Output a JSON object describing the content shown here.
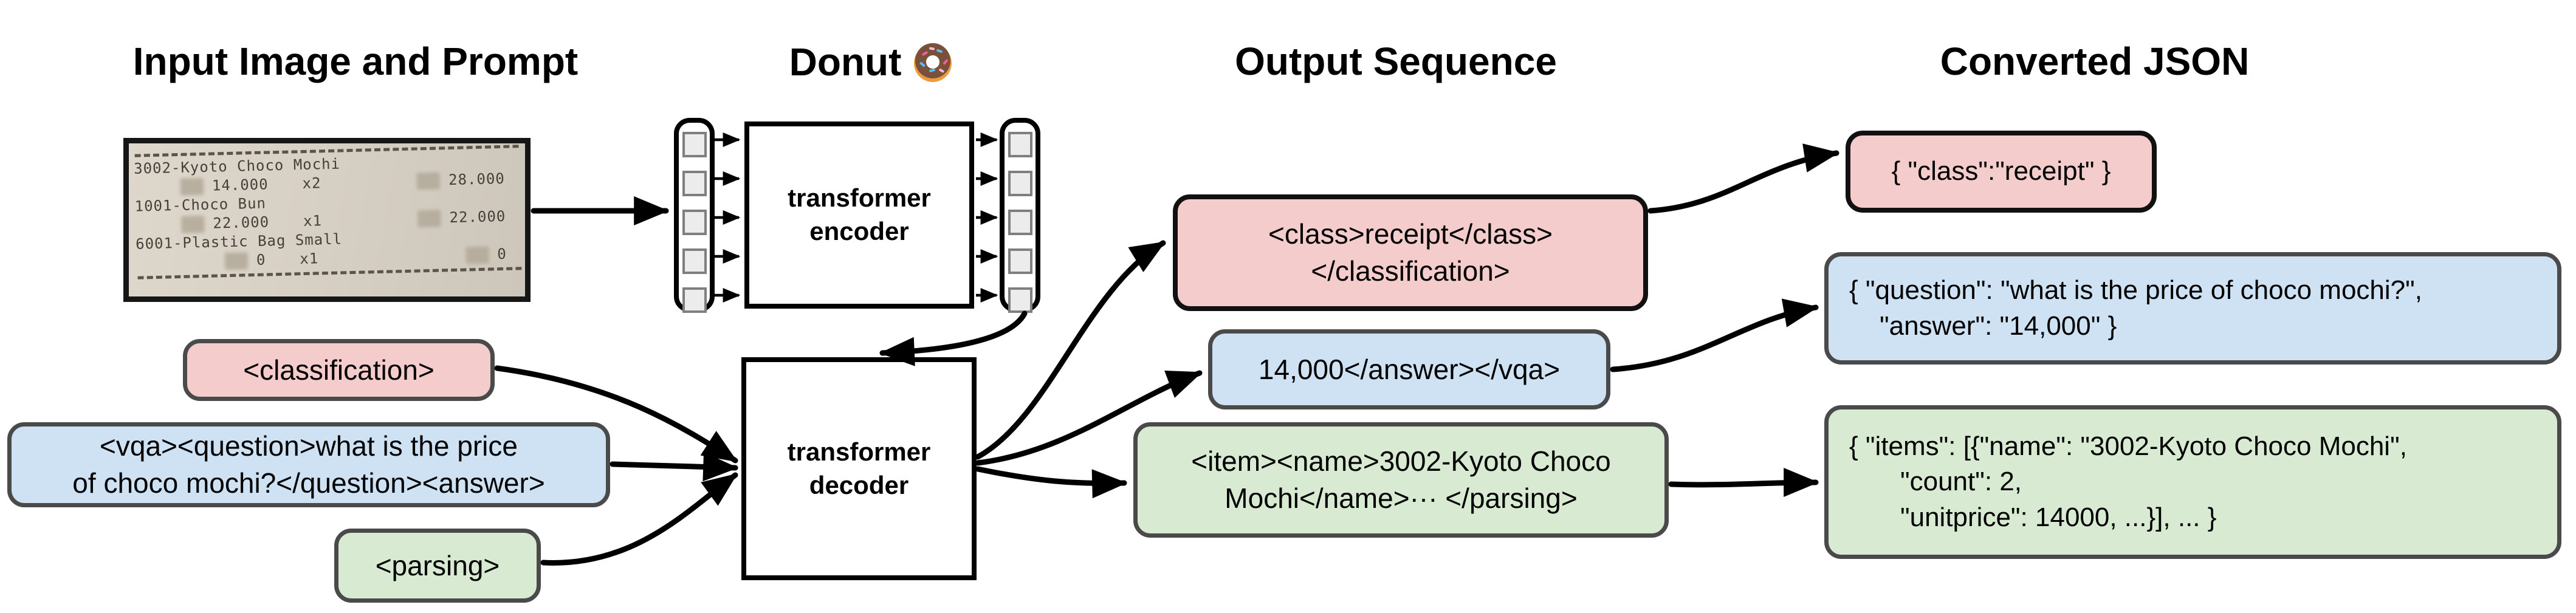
{
  "header": {
    "input_title": "Input Image and Prompt",
    "model_title": "Donut",
    "model_icon": "donut-emoji",
    "output_title": "Output Sequence",
    "json_title": "Converted JSON"
  },
  "receipt": {
    "item1_name": "3002-Kyoto Choco Mochi",
    "item1_unit": "14.000",
    "item1_qty": "x2",
    "item1_total": "28.000",
    "item2_name": "1001-Choco Bun",
    "item2_unit": "22.000",
    "item2_qty": "x1",
    "item2_total": "22.000",
    "item3_name": "6001-Plastic Bag Small",
    "item3_unit": "0",
    "item3_qty": "x1",
    "item3_total": "0"
  },
  "model": {
    "encoder_line1": "transformer",
    "encoder_line2": "encoder",
    "decoder_line1": "transformer",
    "decoder_line2": "decoder"
  },
  "prompts": {
    "classification": "<classification>",
    "vqa_line1": "<vqa><question>what is the price",
    "vqa_line2": "of choco mochi?</question><answer>",
    "parsing": "<parsing>"
  },
  "outputs": {
    "classification_line1": "<class>receipt</class>",
    "classification_line2": "</classification>",
    "vqa": "14,000</answer></vqa>",
    "parsing_line1": "<item><name>3002-Kyoto Choco",
    "parsing_line2": "Mochi</name>··· </parsing>"
  },
  "json_outputs": {
    "classification": "{ \"class\":\"receipt\" }",
    "vqa_line1": "{ \"question\": \"what is the price of choco mochi?\",",
    "vqa_line2": "\"answer\": \"14,000\" }",
    "parsing_line1": "{ \"items\": [{\"name\": \"3002-Kyoto Choco Mochi\",",
    "parsing_line2": "\"count\": 2,",
    "parsing_line3": "\"unitprice\": 14000, ...}], ... }"
  },
  "colors": {
    "classification_fill": "#f4cccc",
    "vqa_fill": "#cfe2f3",
    "parsing_fill": "#d9ead3",
    "box_border_gray": "#4a4a4a",
    "box_border_black": "#111111",
    "token_fill": "#ececec"
  }
}
